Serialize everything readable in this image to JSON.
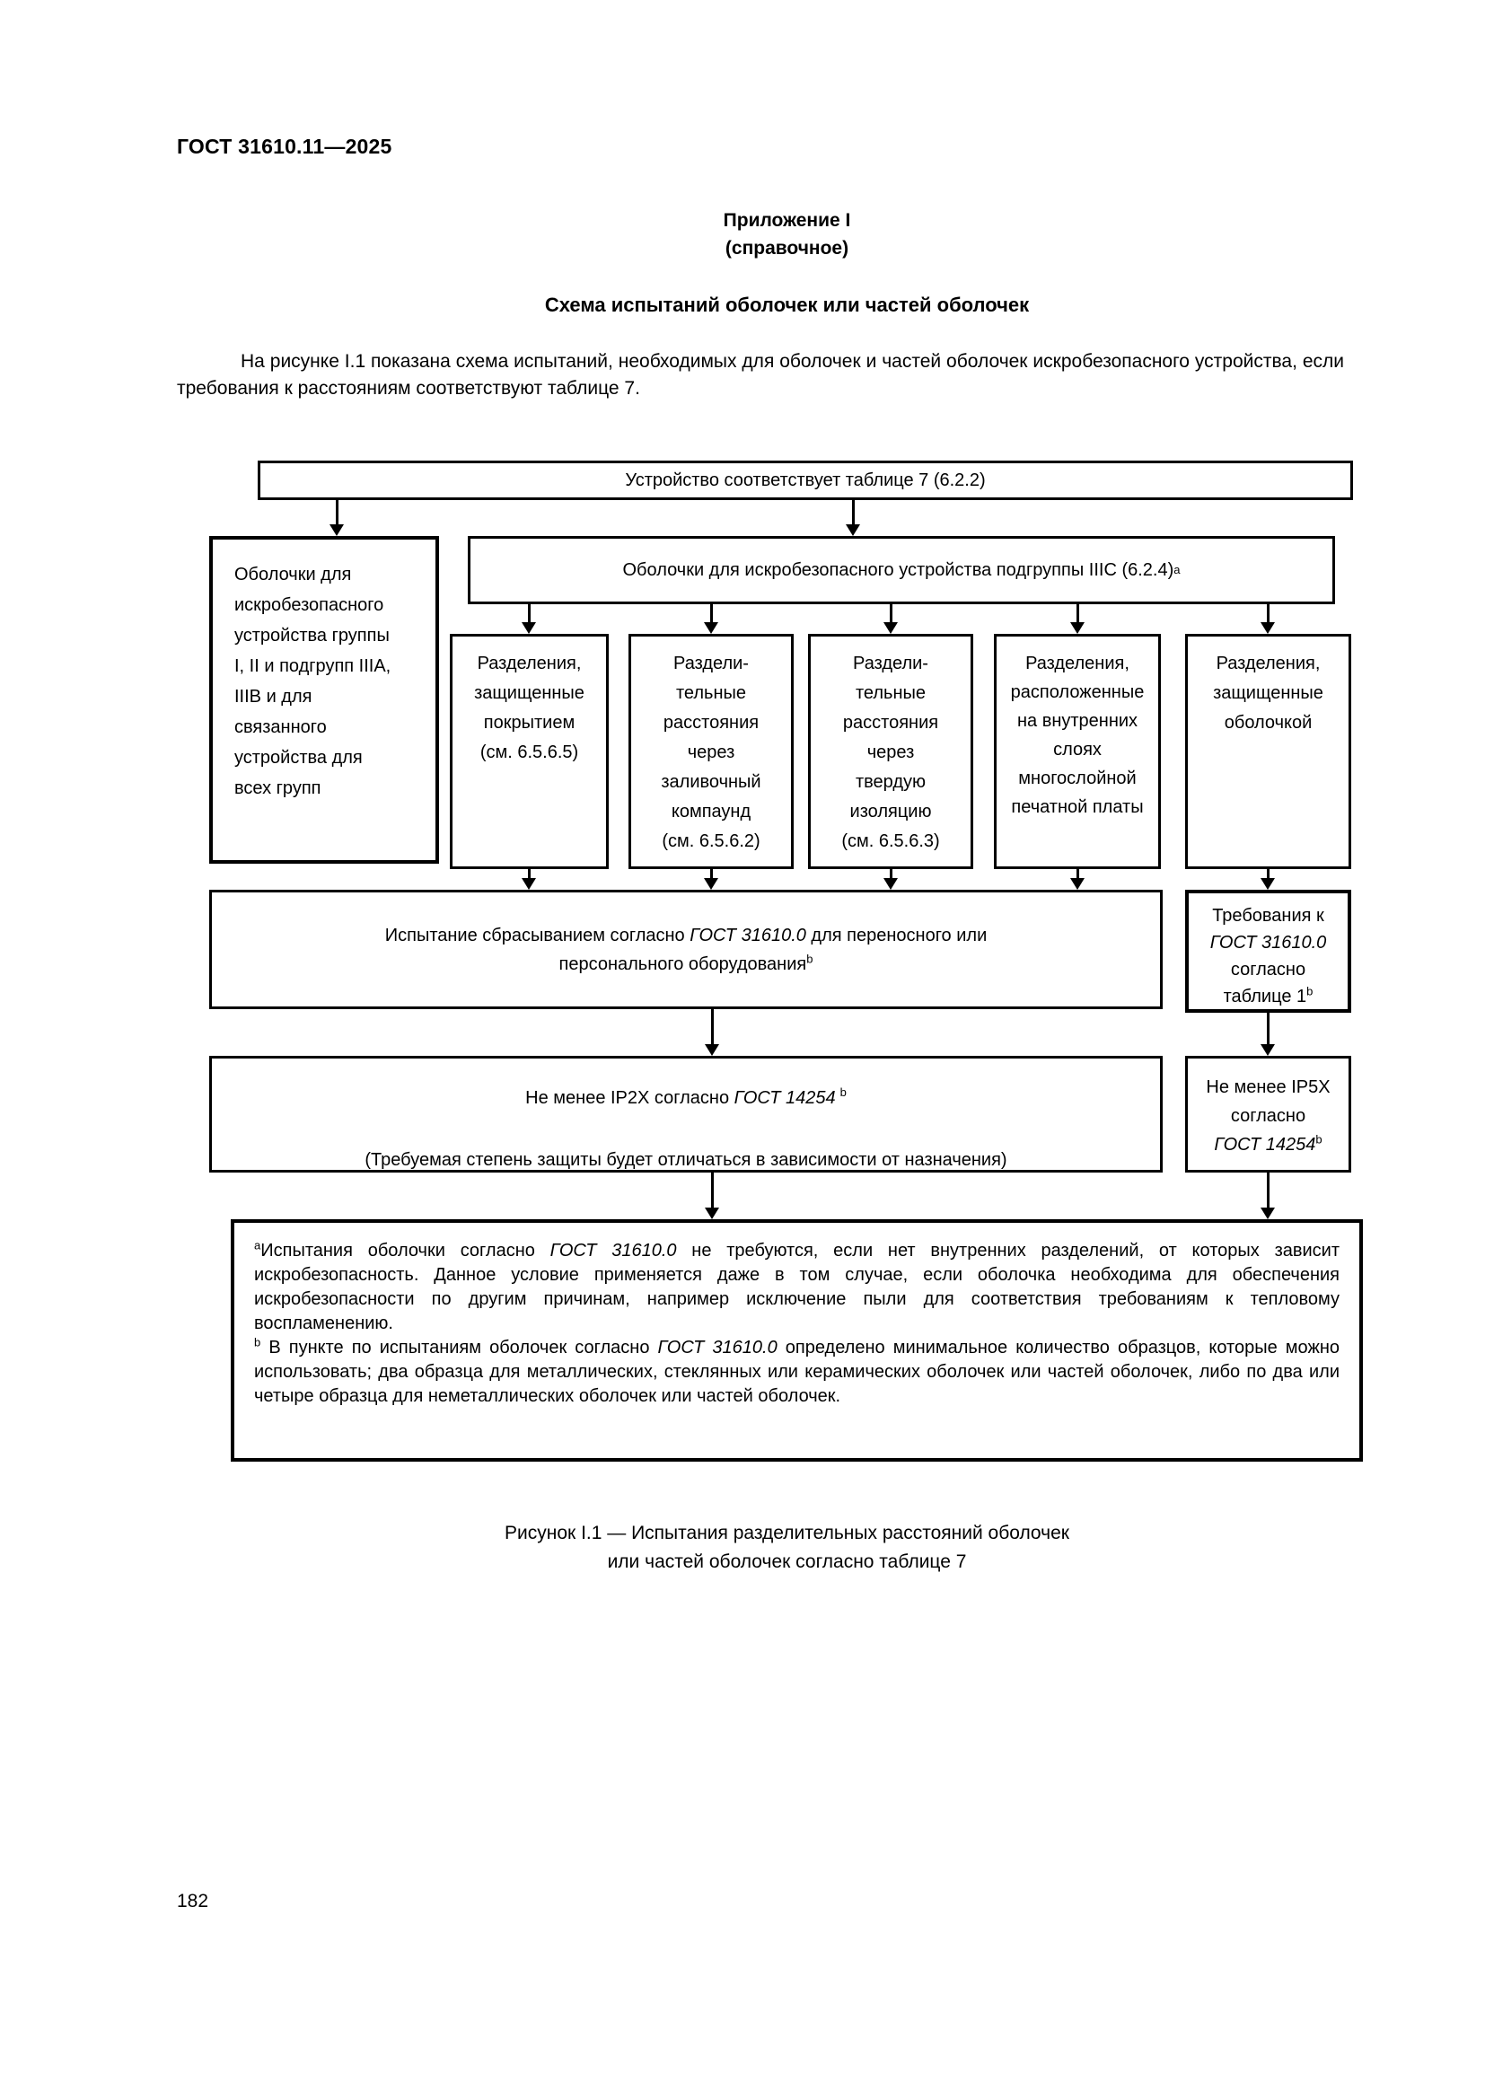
{
  "page": {
    "header": "ГОСТ 31610.11—2025",
    "appendix_label": "Приложение I",
    "appendix_type": "(справочное)",
    "title": "Схема испытаний оболочек или частей оболочек",
    "intro": "На рисунке I.1 показана схема испытаний, необходимых для оболочек и частей оболочек искробезопасного устройства, если требования к расстояниям соответствуют таблице 7.",
    "caption_line1": "Рисунок I.1 — Испытания разделительных расстояний оболочек",
    "caption_line2": "или частей оболочек согласно таблице 7",
    "page_number": "182"
  },
  "flowchart": {
    "device_box": "Устройство соответствует таблице 7 (6.2.2)",
    "group_box": "Оболочки для\nискробезопасного\nустройства группы\nI, II и подгрупп IIIA,\nIIIB и для\nсвязанного\nустройства для\nвсех групп",
    "iiic_box": {
      "label": "Оболочки для искробезопасного устройства подгруппы IIIC (6.2.4)",
      "sup": "a"
    },
    "branch_coating": "Разделения,\nзащищенные\nпокрытием\n(см. 6.5.6.5)",
    "branch_compound": "Раздели-\nтельные\nрасстояния\nчерез\nзаливочный\nкомпаунд\n(см. 6.5.6.2)",
    "branch_solid_insulation": "Раздели-\nтельные\nрасстояния\nчерез\nтвердую\nизоляцию\n(см. 6.5.6.3)",
    "branch_pcb_layers": "Разделения,\nрасположенные\nна внутренних\nслоях\nмногослойной\nпечатной платы",
    "branch_enclosure": "Разделения,\nзащищенные\nоболочкой",
    "drop_test_box": {
      "line1_pre": "Испытание сбрасыванием согласно ",
      "line1_gost": "ГОСТ 31610.0",
      "line1_post": " для переносного или",
      "line2": "персонального оборудования",
      "sup": "b"
    },
    "req_box": {
      "line1": "Требования к",
      "line2_gost": "ГОСТ 31610.0",
      "line3": "согласно",
      "line4": "таблице 1",
      "sup": "b"
    },
    "ip2x_box": {
      "line1_pre": "Не менее IP2X согласно ",
      "line1_gost": "ГОСТ 14254",
      "sup": "b",
      "line2": "(Требуемая степень защиты будет отличаться в зависимости от назначения)"
    },
    "ip5x_box": {
      "line1": "Не менее IP5X",
      "line2": "согласно",
      "line3_gost": "ГОСТ 14254",
      "sup": "b"
    },
    "footnotes": {
      "a_sup": "a",
      "a_pre": "Испытания оболочки согласно ",
      "a_gost": "ГОСТ 31610.0",
      "a_post": " не требуются, если нет внутренних разделений, от которых зависит искробезопасность. Данное условие применяется даже в том случае, если оболочка необходима для обеспечения искробезопасности по другим причинам, например исключение пыли для соответствия требованиям к тепловому воспламенению.",
      "b_sup": "b",
      "b_pre": " В пункте по испытаниям оболочек согласно ",
      "b_gost": "ГОСТ 31610.0",
      "b_post": " определено минимальное количество образцов, которые можно использовать; два образца для металлических, стеклянных или керамических оболочек или частей оболочек, либо по два или четыре образца для неметаллических оболочек или частей оболочек."
    }
  }
}
